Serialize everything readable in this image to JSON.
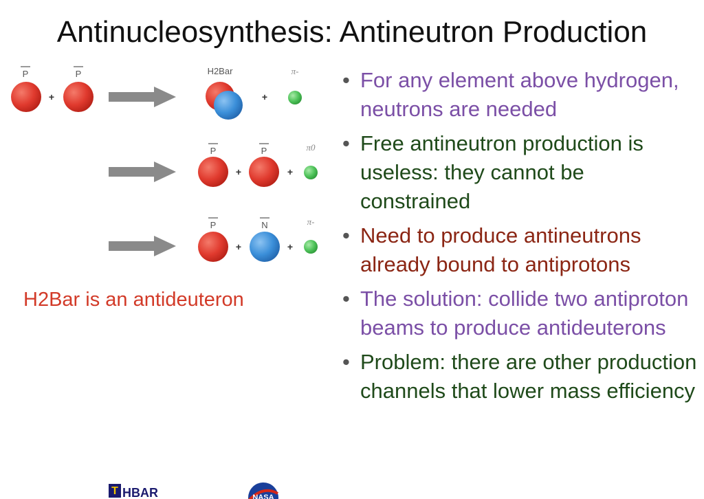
{
  "slide": {
    "title": "Antinucleosynthesis: Antineutron Production",
    "note": "H2Bar is an antideuteron"
  },
  "reactions": {
    "row1": {
      "in1": "P",
      "in2": "P",
      "out1": "H2Bar",
      "out2": "π-"
    },
    "row2": {
      "out1": "P",
      "out2": "P",
      "out3": "π0"
    },
    "row3": {
      "out1": "P",
      "out2": "N",
      "out3": "π-"
    },
    "plus": "+"
  },
  "bullets": [
    {
      "text": "For any element above hydrogen, neutrons are needed",
      "color": "#7b4fa6"
    },
    {
      "text": "Free antineutron production is useless: they cannot be constrained",
      "color": "#1f4a1a"
    },
    {
      "text": "Need to produce antineutrons already bound to antiprotons",
      "color": "#8b2614"
    },
    {
      "text": "The solution: collide two antiproton beams to produce antideuterons",
      "color": "#7b4fa6"
    },
    {
      "text": "Problem: there are other production channels that lower mass efficiency",
      "color": "#1f4a1a"
    }
  ],
  "bullet_glyph": "•",
  "logos": {
    "hbar_t": "T",
    "hbar_text": "HBAR",
    "nasa": "NASA"
  },
  "colors": {
    "proton": "#e03a2e",
    "neutron": "#3b8fd9",
    "pion": "#4fc35a",
    "arrow": "#8a8a8a"
  }
}
